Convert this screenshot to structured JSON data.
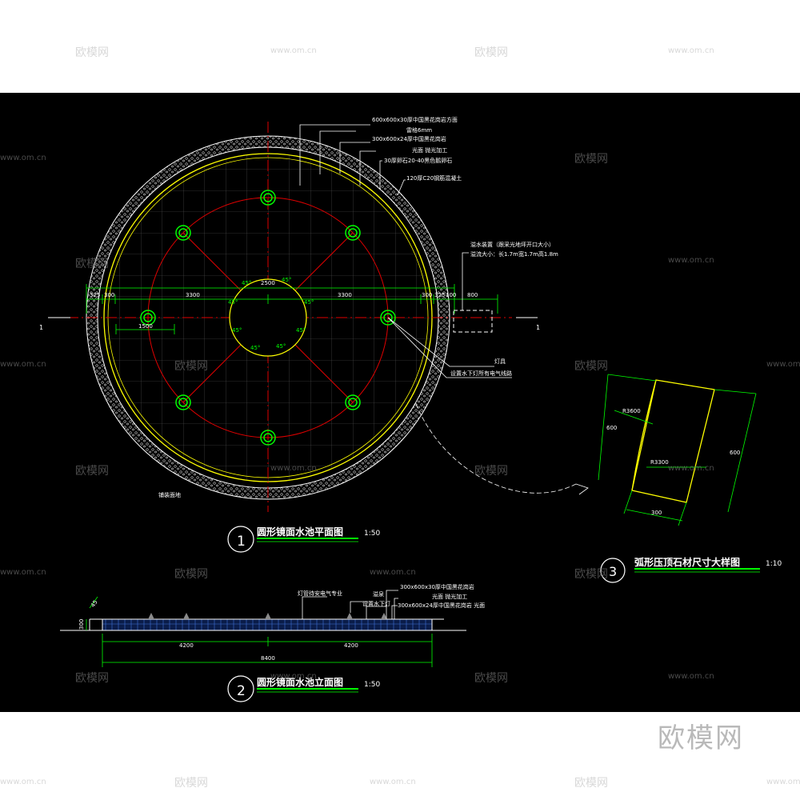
{
  "colors": {
    "background": "#000000",
    "line_white": "#ffffff",
    "line_yellow": "#ffff00",
    "line_red": "#e00000",
    "line_green": "#00ff00",
    "text_white": "#ffffff",
    "watermark": "#9a9a9a"
  },
  "plan": {
    "title": "圆形镜面水池平面图",
    "scale": "1:50",
    "number": "1",
    "callouts": [
      "600x600x30厚中国黑花岗岩方面",
      "雷格6mm",
      "300x600x24厚中国黑花岗岩",
      "光面 抛光加工",
      "30厚卵石20-40黑色鹅卵石",
      "120厚C20钢筋混凝土"
    ],
    "drain_callouts": [
      "溢水装置（跟采光地坪开口大小）",
      "溢流大小：长1.7m宽1.7m高1.8m"
    ],
    "lamp_label": "灯具",
    "lamp_note": "设置水下灯所有电气线路",
    "paving_label": "铺装面地",
    "dim_center": "2500",
    "dim_left_a": "325",
    "dim_left_b": "300",
    "dim_left_c": "3300",
    "dim_right_c": "3300",
    "dim_right_b": "300",
    "dim_right_a": "325",
    "dim_drain_a": "100",
    "dim_drain_b": "800",
    "dim_1500": "1500",
    "section_mark_left": "1",
    "section_mark_right": "1",
    "angle_labels": [
      "45°",
      "45°",
      "45°",
      "45°",
      "45°",
      "45°",
      "45°",
      "45°"
    ]
  },
  "elevation": {
    "title": "圆形镜面水池立面图",
    "scale": "1:50",
    "number": "2",
    "callouts": [
      "灯管待安电气专业",
      "溢泉",
      "设置水下灯",
      "300x600x30厚中国黑花岗岩",
      "光面 抛光加工",
      "300x600x24厚中国黑花岗岩 光面"
    ],
    "dim_left": "4200",
    "dim_right": "4200",
    "dim_total": "8400",
    "dim_height": "300",
    "dim_top": "45"
  },
  "detail": {
    "title": "弧形压顶石材尺寸大样图",
    "scale": "1:10",
    "number": "3",
    "radius_outer": "R3600",
    "radius_inner": "R3300",
    "dim_width": "300",
    "dim_left": "600",
    "dim_right": "600"
  },
  "watermarks": {
    "logo": "欧模网",
    "url": "www.om.cn",
    "brand_big": "欧模网"
  }
}
